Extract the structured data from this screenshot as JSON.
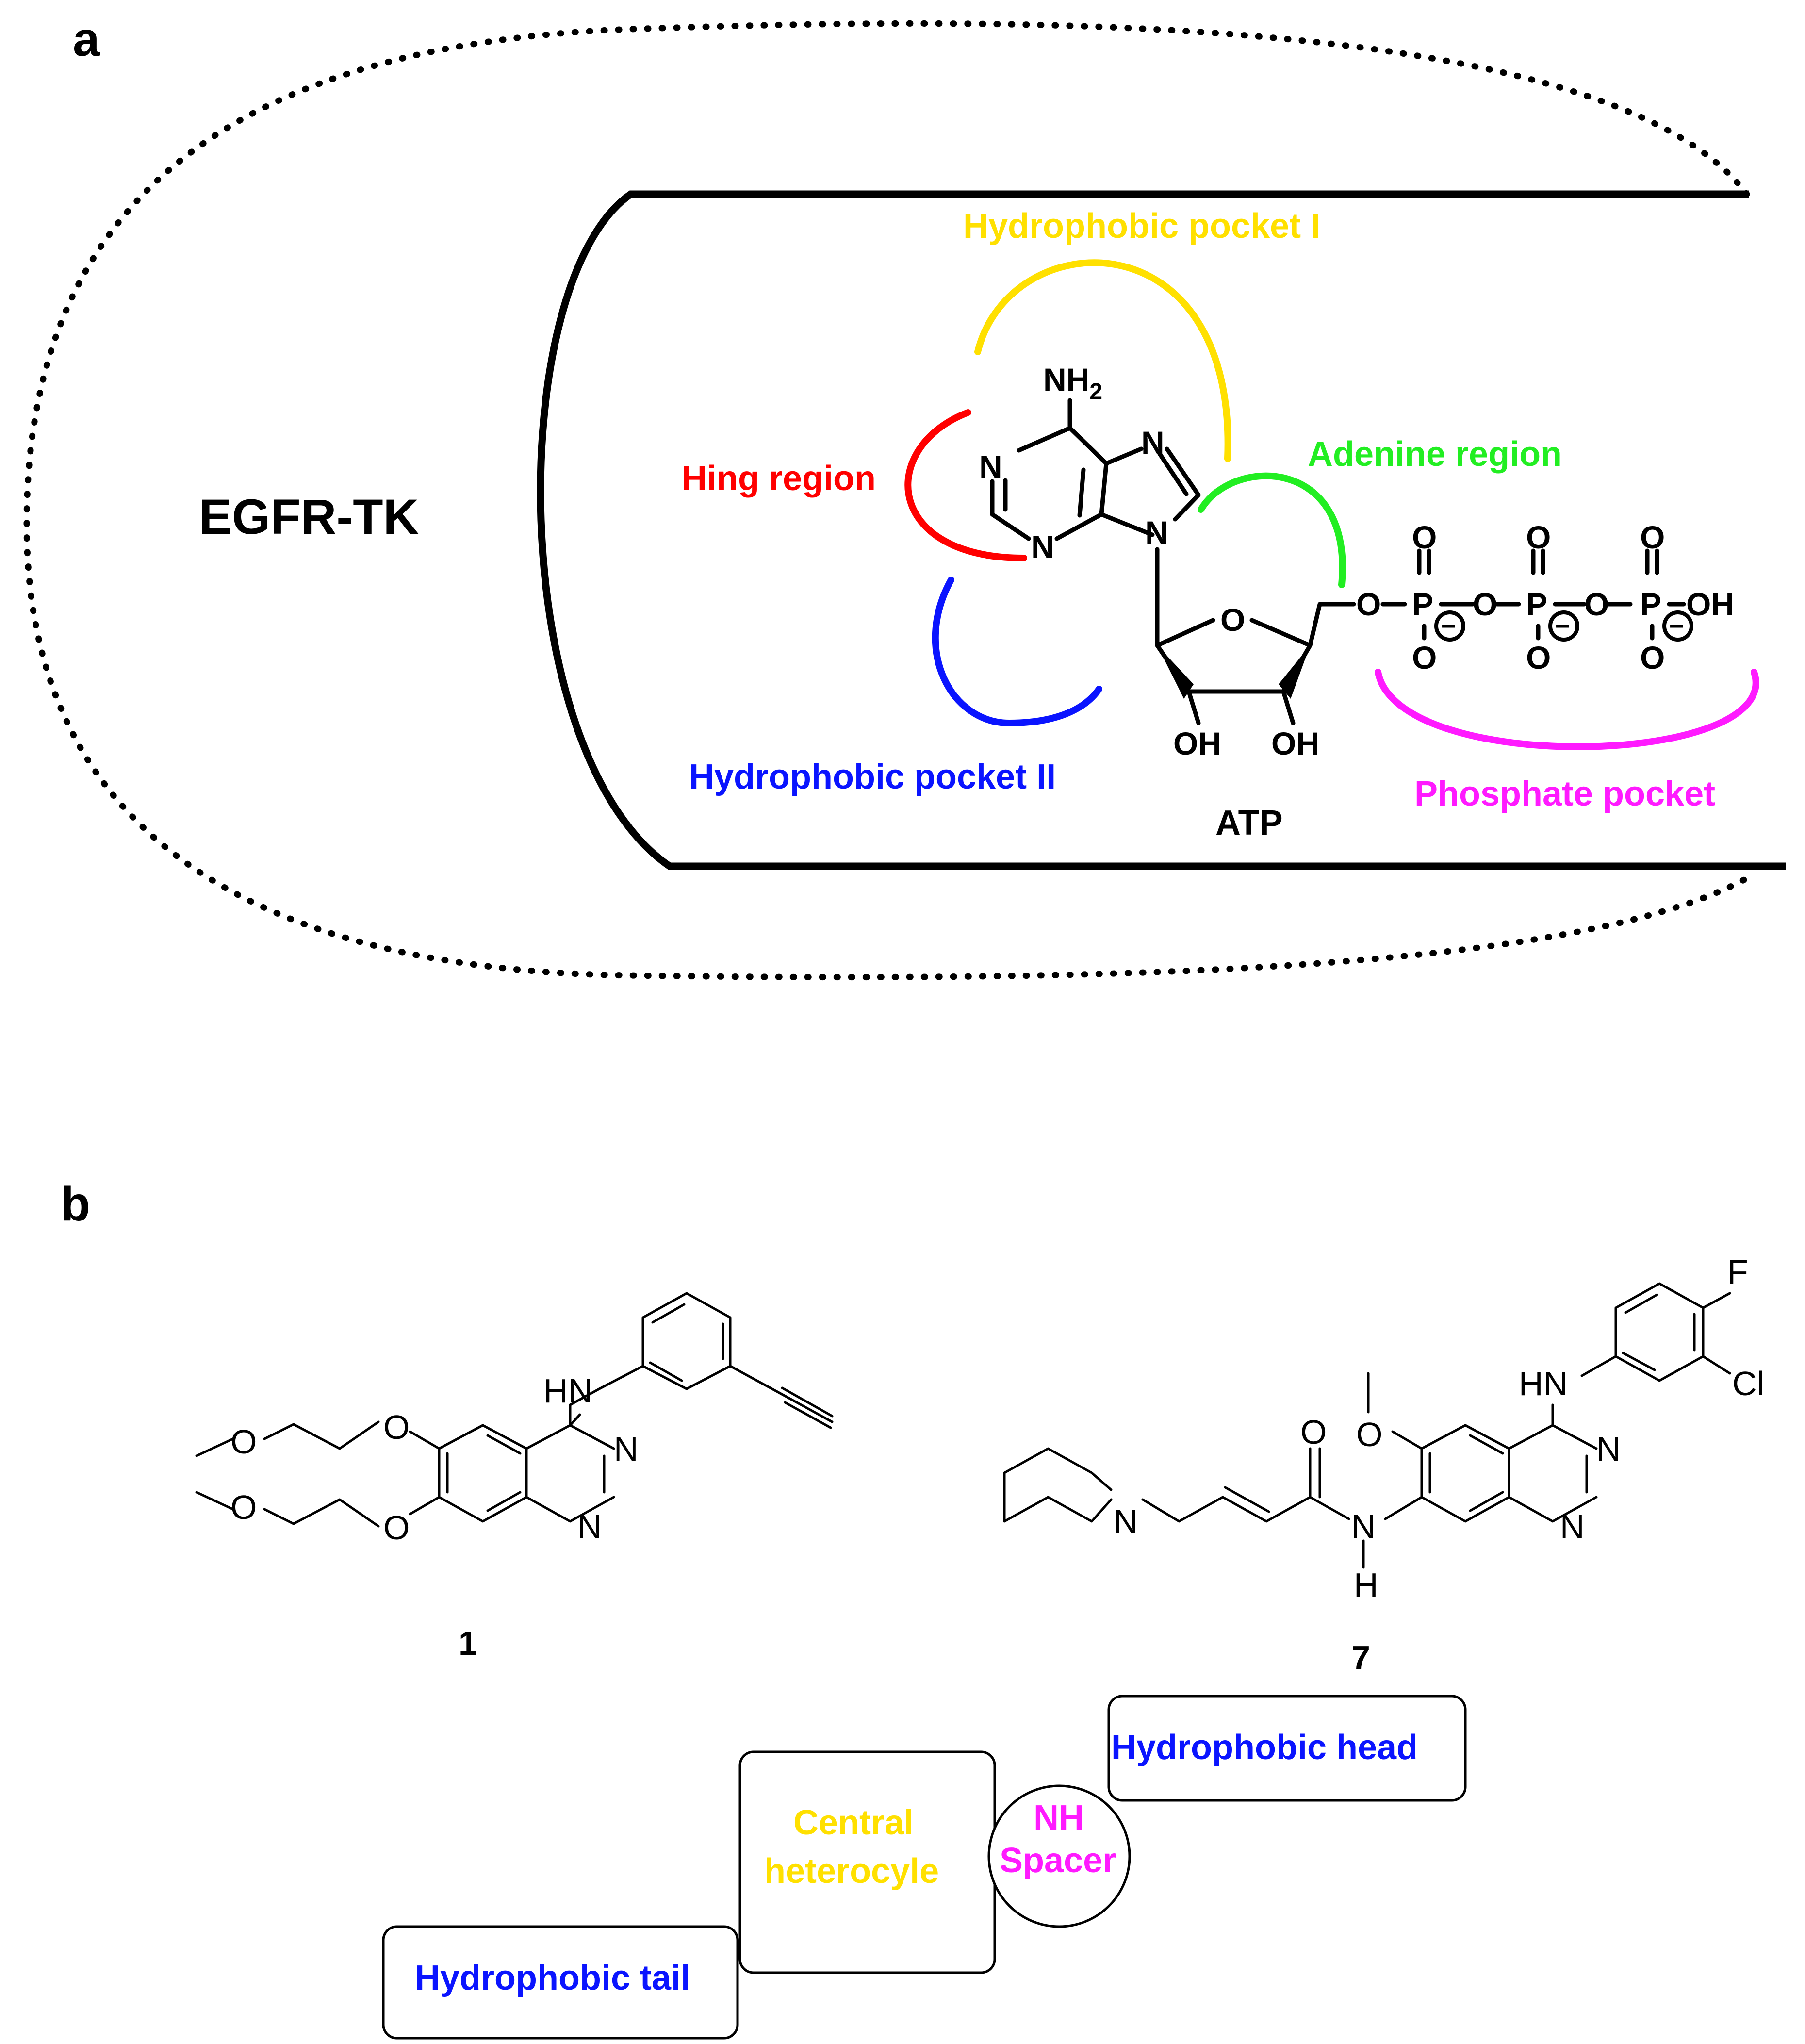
{
  "panel_a": {
    "label": "a",
    "enzyme": "EGFR-TK",
    "ligand": "ATP",
    "regions": {
      "hydrophobic_pocket_1": {
        "label": "Hydrophobic pocket I",
        "color": "#ffe000"
      },
      "hinge": {
        "label": "Hing region",
        "color": "#ff0000"
      },
      "adenine": {
        "label": "Adenine region",
        "color": "#22ee22"
      },
      "hydrophobic_pocket_2": {
        "label": "Hydrophobic pocket II",
        "color": "#0a14ff"
      },
      "phosphate": {
        "label": "Phosphate pocket",
        "color": "#ff1aff"
      }
    },
    "atoms": {
      "nh2": "NH",
      "nh2_sub": "2",
      "n": "N",
      "o": "O",
      "oh": "OH",
      "p": "P",
      "minus": "−"
    }
  },
  "panel_b": {
    "label": "b",
    "compound_1": "1",
    "compound_7": "7",
    "atoms": {
      "o": "O",
      "n": "N",
      "hn": "HN",
      "h": "H",
      "f": "F",
      "cl": "Cl"
    },
    "pharmacophore": {
      "head": {
        "label": "Hydrophobic head",
        "color": "#0a14ff"
      },
      "spacer": {
        "line1": "NH",
        "line2": "Spacer",
        "color": "#ff1aff"
      },
      "core": {
        "line1": "Central",
        "line2": "heterocyle",
        "color": "#ffe000"
      },
      "tail": {
        "label": "Hydrophobic tail",
        "color": "#0a14ff"
      }
    }
  }
}
